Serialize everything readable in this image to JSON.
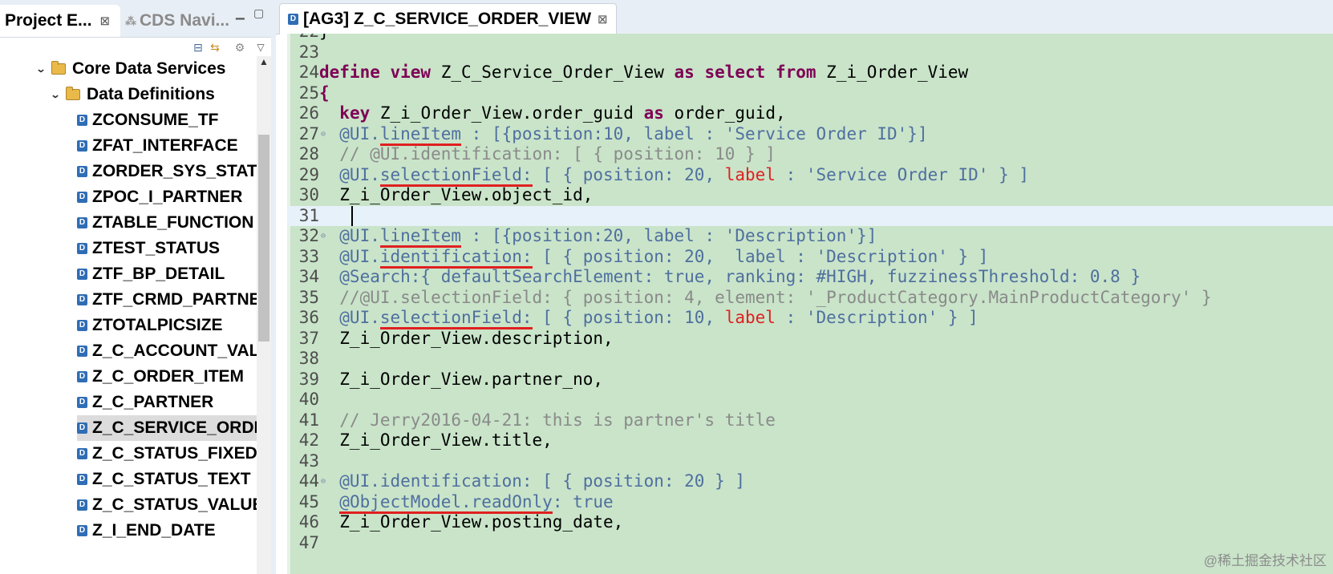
{
  "left_panel": {
    "tabs": [
      {
        "label": "Project E...",
        "close": "⊠"
      },
      {
        "label": "CDS Navi...",
        "close": ""
      }
    ],
    "tree": [
      {
        "label": "Core Data Services",
        "level": 1,
        "type": "folder"
      },
      {
        "label": "Data Definitions",
        "level": 2,
        "type": "folder"
      },
      {
        "label": "ZCONSUME_TF",
        "level": 3,
        "type": "ddl"
      },
      {
        "label": "ZFAT_INTERFACE",
        "level": 3,
        "type": "ddl"
      },
      {
        "label": "ZORDER_SYS_STATU",
        "level": 3,
        "type": "ddl"
      },
      {
        "label": "ZPOC_I_PARTNER",
        "level": 3,
        "type": "ddl"
      },
      {
        "label": "ZTABLE_FUNCTION",
        "level": 3,
        "type": "ddl"
      },
      {
        "label": "ZTEST_STATUS",
        "level": 3,
        "type": "ddl"
      },
      {
        "label": "ZTF_BP_DETAIL",
        "level": 3,
        "type": "ddl"
      },
      {
        "label": "ZTF_CRMD_PARTNE",
        "level": 3,
        "type": "ddl"
      },
      {
        "label": "ZTOTALPICSIZE",
        "level": 3,
        "type": "ddl"
      },
      {
        "label": "Z_C_ACCOUNT_VALU",
        "level": 3,
        "type": "ddl"
      },
      {
        "label": "Z_C_ORDER_ITEM",
        "level": 3,
        "type": "ddl"
      },
      {
        "label": "Z_C_PARTNER",
        "level": 3,
        "type": "ddl"
      },
      {
        "label": "Z_C_SERVICE_ORDEF",
        "level": 3,
        "type": "ddl",
        "selected": true
      },
      {
        "label": "Z_C_STATUS_FIXEDV",
        "level": 3,
        "type": "ddl"
      },
      {
        "label": "Z_C_STATUS_TEXT",
        "level": 3,
        "type": "ddl"
      },
      {
        "label": "Z_C_STATUS_VALUEI",
        "level": 3,
        "type": "ddl"
      },
      {
        "label": "Z_I_END_DATE",
        "level": 3,
        "type": "ddl"
      }
    ]
  },
  "editor": {
    "tab_label": "[AG3] Z_C_SERVICE_ORDER_VIEW",
    "tab_close": "⊠",
    "lines": [
      {
        "n": "22",
        "segs": [
          [
            "plain",
            "}"
          ]
        ]
      },
      {
        "n": "23",
        "segs": []
      },
      {
        "n": "24",
        "segs": [
          [
            "kw",
            "define view"
          ],
          [
            "plain",
            " Z_C_Service_Order_View "
          ],
          [
            "kw",
            "as select from"
          ],
          [
            "plain",
            " Z_i_Order_View"
          ]
        ]
      },
      {
        "n": "25",
        "segs": [
          [
            "kw",
            "{"
          ]
        ]
      },
      {
        "n": "26",
        "segs": [
          [
            "plain",
            "  "
          ],
          [
            "kw",
            "key"
          ],
          [
            "plain",
            " Z_i_Order_View.order_guid "
          ],
          [
            "kw",
            "as"
          ],
          [
            "plain",
            " order_guid,"
          ]
        ]
      },
      {
        "n": "27",
        "fold": true,
        "segs": [
          [
            "ann",
            "  @UI."
          ],
          [
            "ann-ul",
            "lineItem"
          ],
          [
            "ann",
            " : [{position:10, label : 'Service Order ID'}]"
          ]
        ]
      },
      {
        "n": "28",
        "segs": [
          [
            "cm",
            "  // @UI.identification: [ { position: 10 } ]"
          ]
        ]
      },
      {
        "n": "29",
        "segs": [
          [
            "ann",
            "  @UI."
          ],
          [
            "ann-ul",
            "selectionField:"
          ],
          [
            "ann",
            " [ { position: 20, "
          ],
          [
            "red",
            "label"
          ],
          [
            "ann",
            " : 'Service Order ID' } ]"
          ]
        ]
      },
      {
        "n": "30",
        "segs": [
          [
            "plain",
            "  Z_i_Order_View.object_id,"
          ]
        ]
      },
      {
        "n": "31",
        "current": true,
        "segs": []
      },
      {
        "n": "32",
        "fold": true,
        "segs": [
          [
            "ann",
            "  @UI."
          ],
          [
            "ann-ul",
            "lineItem"
          ],
          [
            "ann",
            " : [{position:20, label : 'Description'}]"
          ]
        ]
      },
      {
        "n": "33",
        "segs": [
          [
            "ann",
            "  @UI."
          ],
          [
            "ann-ul",
            "identification:"
          ],
          [
            "ann",
            " [ { position: 20,  label : 'Description' } ]"
          ]
        ]
      },
      {
        "n": "34",
        "segs": [
          [
            "ann",
            "  @Search:{ defaultSearchElement: true, ranking: #HIGH, fuzzinessThreshold: 0.8 }"
          ]
        ]
      },
      {
        "n": "35",
        "segs": [
          [
            "cm",
            "  //@UI.selectionField: { position: 4, element: '_ProductCategory.MainProductCategory' }"
          ]
        ]
      },
      {
        "n": "36",
        "segs": [
          [
            "ann",
            "  @UI."
          ],
          [
            "ann-ul",
            "selectionField:"
          ],
          [
            "ann",
            " [ { position: 10, "
          ],
          [
            "red",
            "label"
          ],
          [
            "ann",
            " : 'Description' } ]"
          ]
        ]
      },
      {
        "n": "37",
        "segs": [
          [
            "plain",
            "  Z_i_Order_View.description,"
          ]
        ]
      },
      {
        "n": "38",
        "segs": []
      },
      {
        "n": "39",
        "segs": [
          [
            "plain",
            "  Z_i_Order_View.partner_no,"
          ]
        ]
      },
      {
        "n": "40",
        "segs": []
      },
      {
        "n": "41",
        "segs": [
          [
            "cm",
            "  // Jerry2016-04-21: this is partner's title"
          ]
        ]
      },
      {
        "n": "42",
        "segs": [
          [
            "plain",
            "  Z_i_Order_View.title,"
          ]
        ]
      },
      {
        "n": "43",
        "segs": []
      },
      {
        "n": "44",
        "fold": true,
        "segs": [
          [
            "ann",
            "  @UI.identification: [ { position: 20 } ]"
          ]
        ]
      },
      {
        "n": "45",
        "segs": [
          [
            "ann",
            "  "
          ],
          [
            "ann-ul",
            "@ObjectModel.readOnly"
          ],
          [
            "ann",
            ": true"
          ]
        ]
      },
      {
        "n": "46",
        "segs": [
          [
            "plain",
            "  Z_i_Order_View.posting_date,"
          ]
        ]
      },
      {
        "n": "47",
        "segs": []
      }
    ]
  },
  "watermark": "@稀土掘金技术社区",
  "colors": {
    "editor_bg": "#c9e4c9",
    "keyword": "#7f0055",
    "annotation": "#4f6f9f",
    "comment": "#8a8a8a",
    "underline": "#e02020"
  }
}
